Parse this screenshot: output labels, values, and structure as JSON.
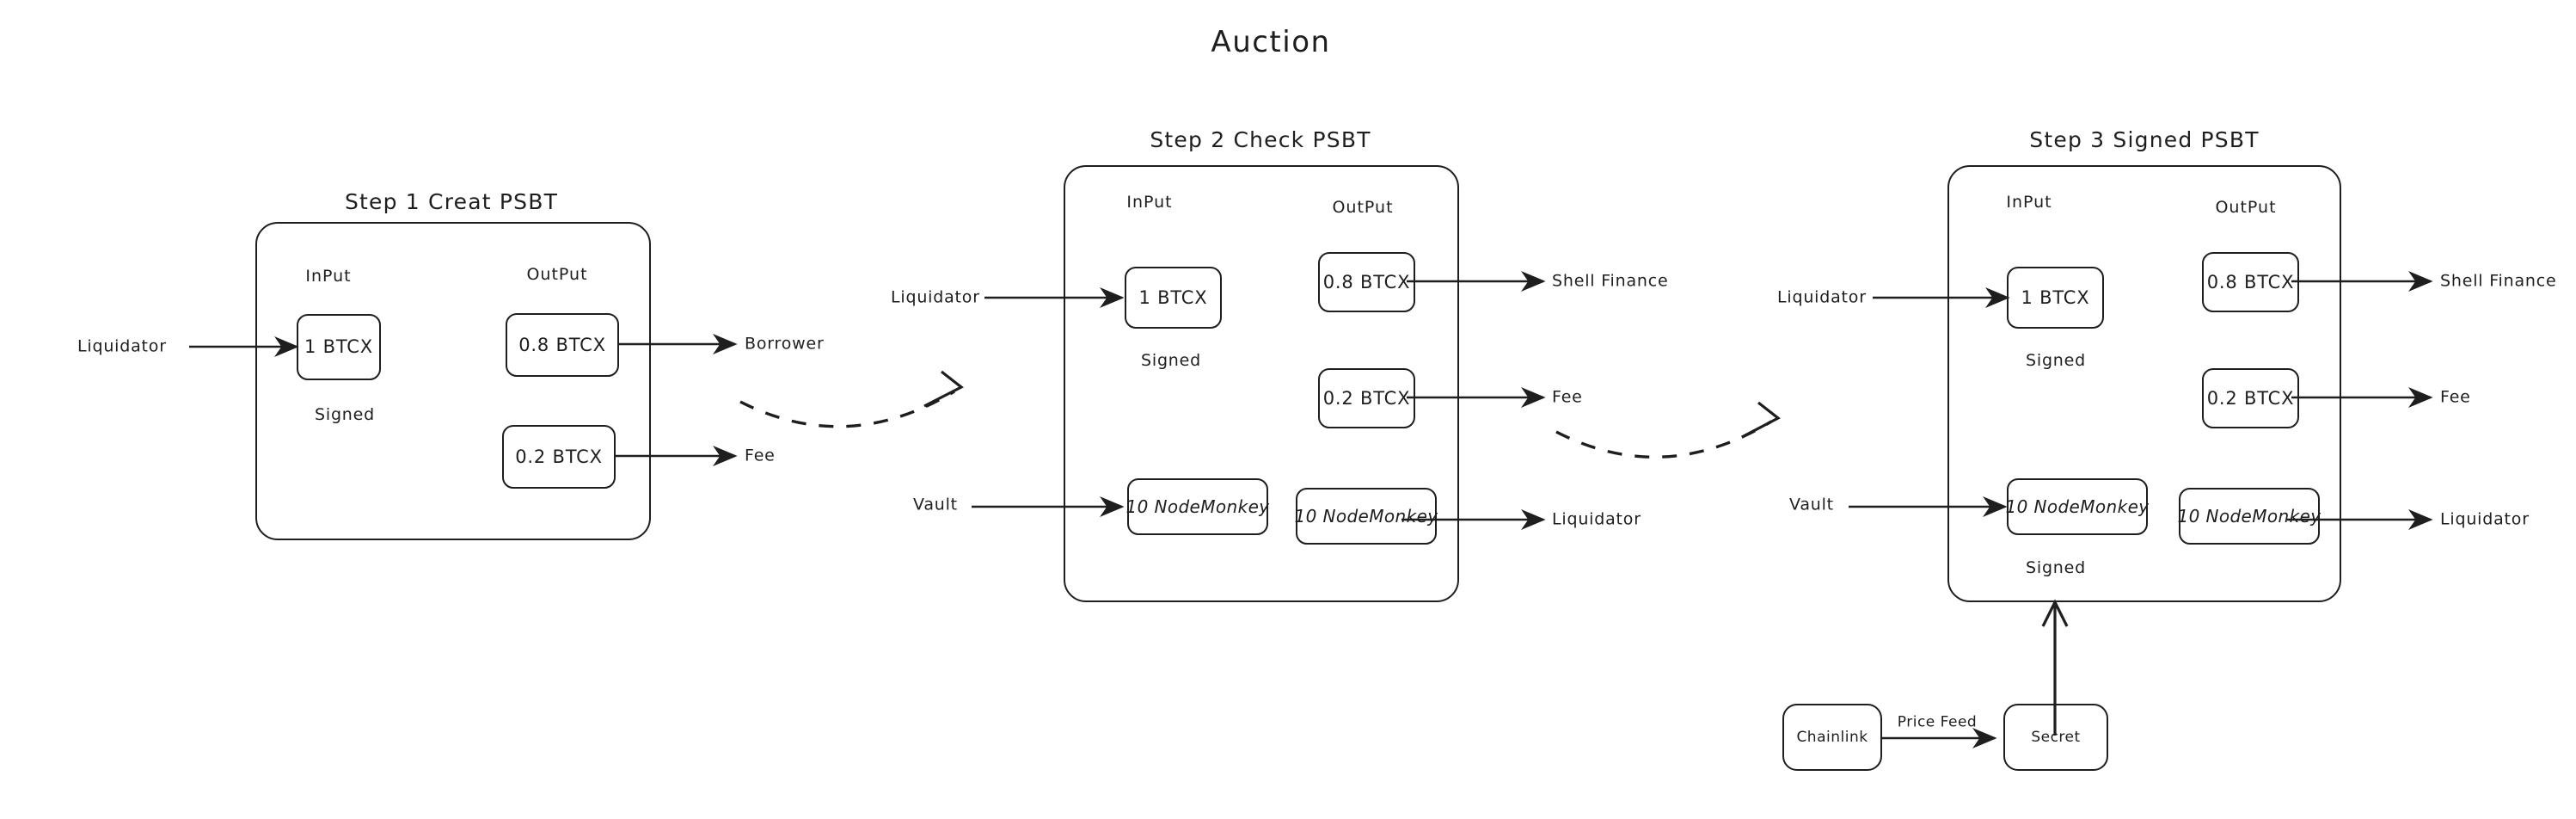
{
  "diagram": {
    "title": "Auction",
    "background_color": "#ffffff",
    "stroke_color": "#1e1e1e"
  },
  "steps": [
    {
      "id": "step1",
      "title": "Step 1 Creat PSBT",
      "input_header": "InPut",
      "output_header": "OutPut",
      "signed_labels": [
        "Signed"
      ],
      "inputs": [
        {
          "label": "1 BTCX",
          "source": "Liquidator"
        }
      ],
      "outputs": [
        {
          "label": "0.8 BTCX",
          "target": "Borrower"
        },
        {
          "label": "0.2 BTCX",
          "target": "Fee"
        }
      ]
    },
    {
      "id": "step2",
      "title": "Step 2 Check PSBT",
      "input_header": "InPut",
      "output_header": "OutPut",
      "signed_labels": [
        "Signed"
      ],
      "inputs": [
        {
          "label": "1 BTCX",
          "source": "Liquidator"
        },
        {
          "label": "10 NodeMonkey",
          "source": "Vault"
        }
      ],
      "outputs": [
        {
          "label": "0.8 BTCX",
          "target": "Shell Finance"
        },
        {
          "label": "0.2 BTCX",
          "target": "Fee"
        },
        {
          "label": "10 NodeMonkey",
          "target": "Liquidator"
        }
      ]
    },
    {
      "id": "step3",
      "title": "Step 3 Signed PSBT",
      "input_header": "InPut",
      "output_header": "OutPut",
      "signed_labels": [
        "Signed",
        "Signed"
      ],
      "inputs": [
        {
          "label": "1 BTCX",
          "source": "Liquidator"
        },
        {
          "label": "10 NodeMonkey",
          "source": "Vault"
        }
      ],
      "outputs": [
        {
          "label": "0.8 BTCX",
          "target": "Shell Finance"
        },
        {
          "label": "0.2 BTCX",
          "target": "Fee"
        },
        {
          "label": "10 NodeMonkey",
          "target": "Liquidator"
        }
      ]
    }
  ],
  "oracle": {
    "chainlink_label": "Chainlink",
    "secret_label": "Secret",
    "price_feed_label": "Price Feed"
  },
  "flow": {
    "step1_to_step2": "dashed-curved-arrow",
    "step2_to_step3": "dashed-curved-arrow",
    "secret_to_step3": "arrow-up"
  }
}
